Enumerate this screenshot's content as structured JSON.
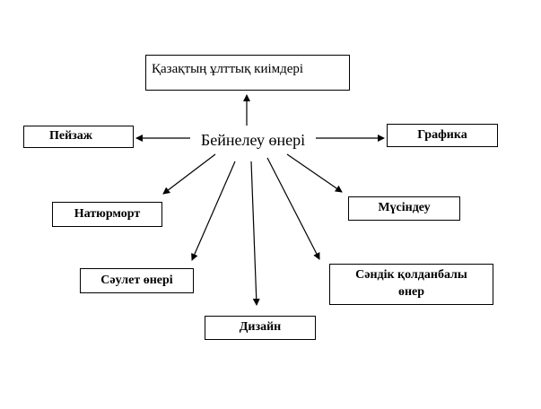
{
  "diagram": {
    "central": {
      "label": "Бейнелеу өнері"
    },
    "nodes": {
      "costumes": "Қазақтың ұлттық киімдері",
      "landscape": "Пейзаж",
      "graphics": "Графика",
      "still_life": "Натюрморт",
      "sculpture": "Мүсіндеу",
      "architecture": "Сәулет өнері",
      "applied_art": "Сәндік қолданбалы өнер",
      "design": "Дизайн"
    },
    "colors": {
      "line": "#000000",
      "box_border": "#000000",
      "background": "#ffffff"
    }
  }
}
